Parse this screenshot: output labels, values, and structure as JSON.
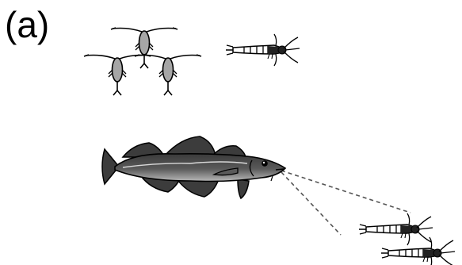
{
  "panel_label": "(a)",
  "organisms": {
    "copepods": [
      "copepod",
      "copepod",
      "copepod"
    ],
    "krill": [
      "krill",
      "krill",
      "krill"
    ],
    "fish": "cod"
  },
  "colors": {
    "fish_body": "#5a5a5a",
    "fish_belly": "#a8a8a8",
    "fins": "#3c3c3c",
    "copepod_body": "#a6a6a6",
    "outline": "#000000",
    "sight_line": "#555555"
  }
}
